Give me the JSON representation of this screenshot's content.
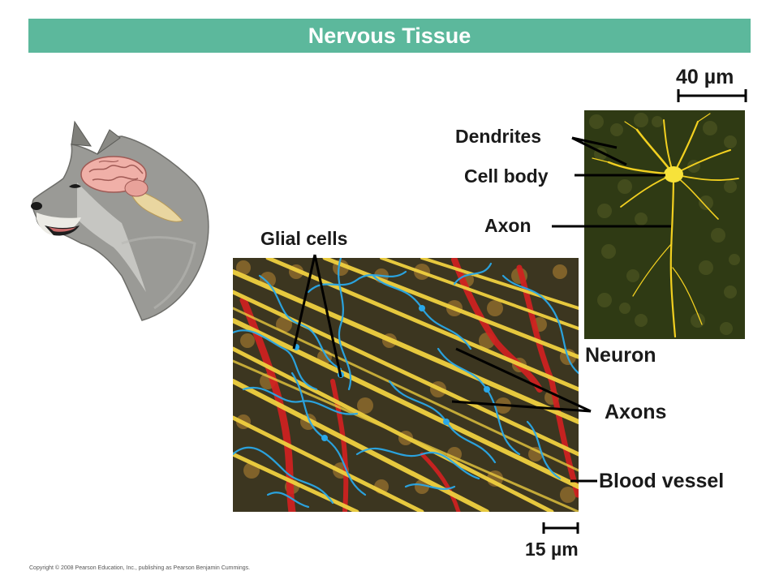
{
  "title": "Nervous Tissue",
  "labels": {
    "scale_top": "40 µm",
    "dendrites": "Dendrites",
    "cell_body": "Cell body",
    "axon": "Axon",
    "glial_cells": "Glial cells",
    "neuron": "Neuron",
    "axons": "Axons",
    "blood_vessel": "Blood vessel",
    "scale_bottom": "15 µm"
  },
  "copyright": "Copyright © 2008 Pearson Education, Inc., publishing as Pearson Benjamin Cummings.",
  "colors": {
    "title_bar": "#5cb89c",
    "neuron_background": "#2f3a14",
    "neuron_stain": "#f2d020",
    "glia_stain": "#2aa8e8",
    "axon_stain": "#f0d040",
    "vessel_stain": "#d42020"
  }
}
